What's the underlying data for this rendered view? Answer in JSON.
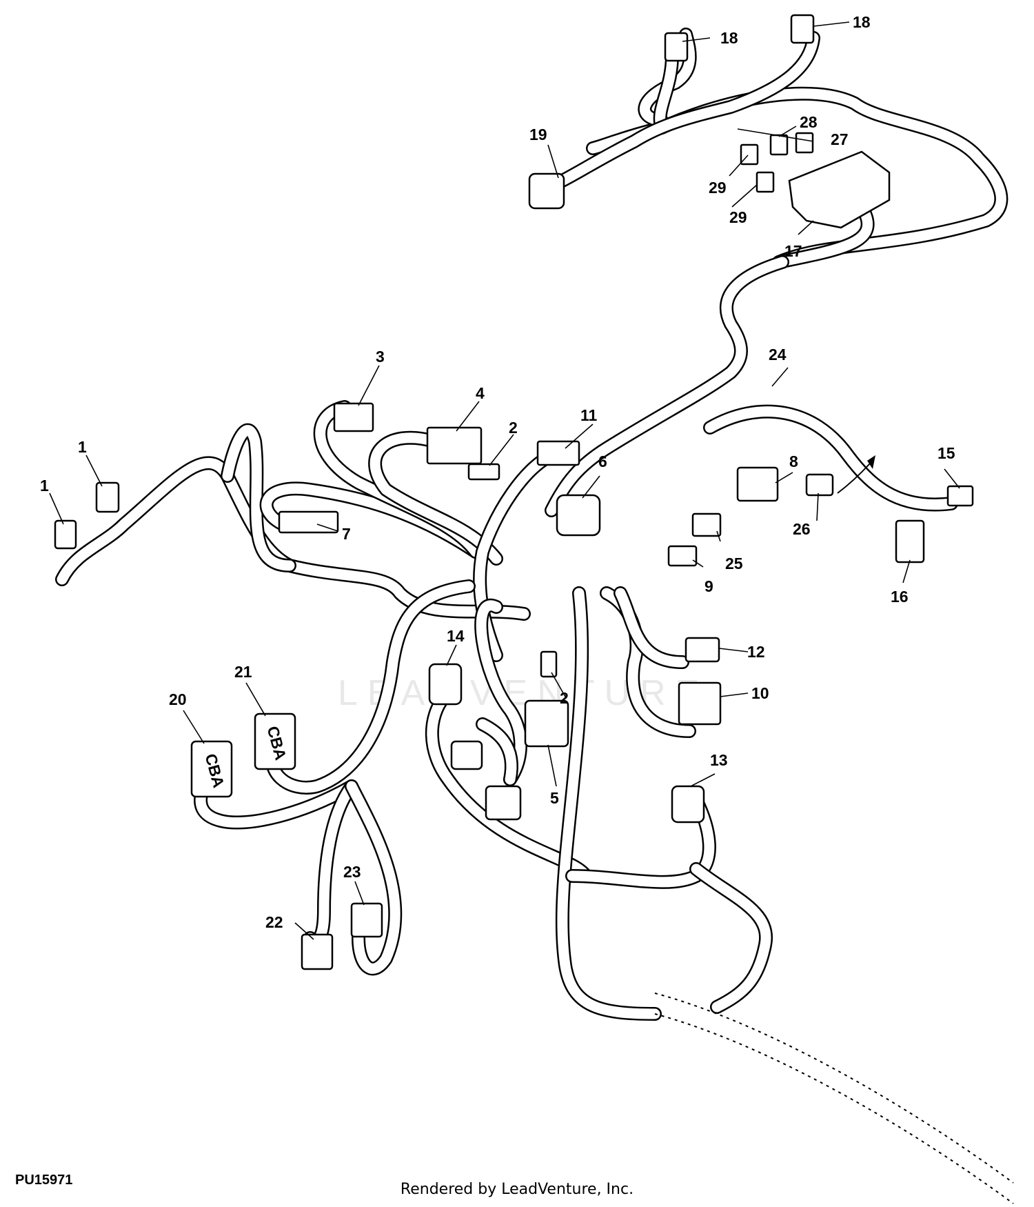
{
  "diagram": {
    "part_code": "PU15971",
    "credit": "Rendered by LeadVenture, Inc.",
    "watermark": "LEADVENTURE",
    "callouts": [
      {
        "id": "c1a",
        "label": "1"
      },
      {
        "id": "c1b",
        "label": "1"
      },
      {
        "id": "c2a",
        "label": "2"
      },
      {
        "id": "c2b",
        "label": "2"
      },
      {
        "id": "c3",
        "label": "3"
      },
      {
        "id": "c4",
        "label": "4"
      },
      {
        "id": "c5",
        "label": "5"
      },
      {
        "id": "c6",
        "label": "6"
      },
      {
        "id": "c7",
        "label": "7"
      },
      {
        "id": "c8",
        "label": "8"
      },
      {
        "id": "c9",
        "label": "9"
      },
      {
        "id": "c10",
        "label": "10"
      },
      {
        "id": "c11",
        "label": "11"
      },
      {
        "id": "c12",
        "label": "12"
      },
      {
        "id": "c13",
        "label": "13"
      },
      {
        "id": "c14",
        "label": "14"
      },
      {
        "id": "c15",
        "label": "15"
      },
      {
        "id": "c16",
        "label": "16"
      },
      {
        "id": "c17",
        "label": "17"
      },
      {
        "id": "c18a",
        "label": "18"
      },
      {
        "id": "c18b",
        "label": "18"
      },
      {
        "id": "c19",
        "label": "19"
      },
      {
        "id": "c20",
        "label": "20"
      },
      {
        "id": "c21",
        "label": "21"
      },
      {
        "id": "c22",
        "label": "22"
      },
      {
        "id": "c23",
        "label": "23"
      },
      {
        "id": "c24",
        "label": "24"
      },
      {
        "id": "c25",
        "label": "25"
      },
      {
        "id": "c26",
        "label": "26"
      },
      {
        "id": "c27",
        "label": "27"
      },
      {
        "id": "c28",
        "label": "28"
      },
      {
        "id": "c29a",
        "label": "29"
      },
      {
        "id": "c29b",
        "label": "29"
      }
    ],
    "connector_letters": {
      "c20": "CBA",
      "c21": "CBA"
    }
  }
}
